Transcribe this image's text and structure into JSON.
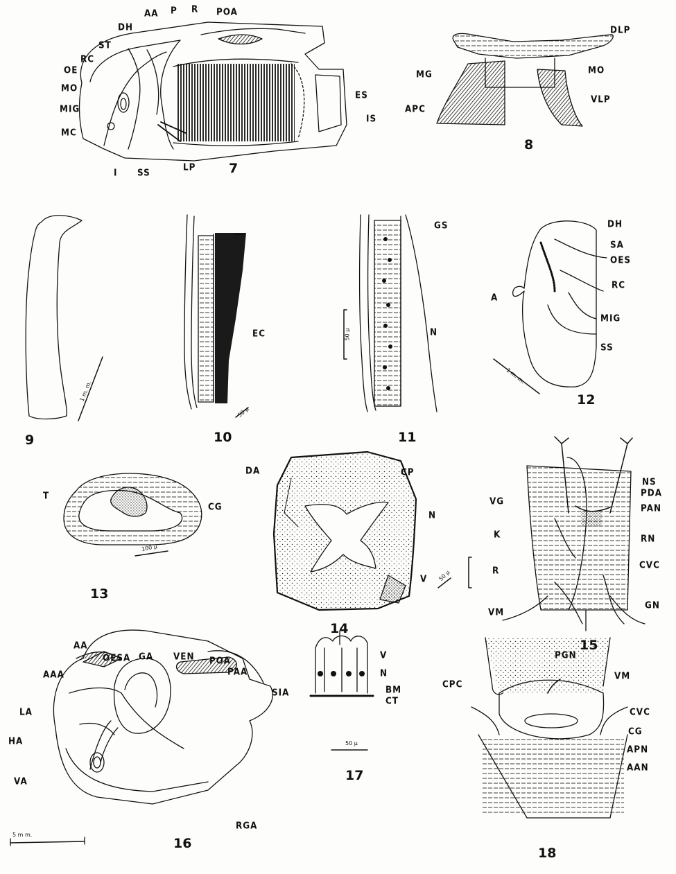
{
  "figures": {
    "f7": {
      "number": "7",
      "labels": [
        "AA",
        "P",
        "R",
        "POA",
        "DH",
        "ST",
        "RC",
        "OE",
        "MO",
        "MIG",
        "MC",
        "I",
        "SS",
        "LP",
        "ES",
        "IS"
      ]
    },
    "f8": {
      "number": "8",
      "labels": [
        "DLP",
        "MO",
        "MG",
        "VLP",
        "APC"
      ]
    },
    "f9": {
      "number": "9",
      "scale": "1 m. m."
    },
    "f10": {
      "number": "10",
      "labels": [
        "EC"
      ],
      "scale": "50 µ"
    },
    "f11": {
      "number": "11",
      "labels": [
        "GS",
        "N"
      ],
      "scale": "50 µ"
    },
    "f12": {
      "number": "12",
      "labels": [
        "DH",
        "SA",
        "OES",
        "RC",
        "A",
        "MIG",
        "SS"
      ],
      "scale": "1 m. m."
    },
    "f13": {
      "number": "13",
      "labels": [
        "T",
        "CG"
      ],
      "scale": "100 µ"
    },
    "f14": {
      "number": "14",
      "labels": [
        "DA",
        "CP",
        "N",
        "V"
      ],
      "scale": "50 µ"
    },
    "f15": {
      "number": "15",
      "labels": [
        "NS",
        "PDA",
        "VG",
        "PAN",
        "K",
        "RN",
        "CVC",
        "R",
        "VM",
        "GN"
      ]
    },
    "f16": {
      "number": "16",
      "labels": [
        "AA",
        "OESA",
        "GA",
        "VEN",
        "POA",
        "PAA",
        "AAA",
        "SIA",
        "LA",
        "HA",
        "VA",
        "RGA"
      ],
      "scale": "5 m m."
    },
    "f17": {
      "number": "17",
      "labels": [
        "V",
        "N",
        "BM",
        "CT"
      ],
      "scale": "50 µ"
    },
    "f18": {
      "number": "18",
      "labels": [
        "PGN",
        "VM",
        "CPC",
        "CVC",
        "CG",
        "APN",
        "AAN"
      ]
    }
  },
  "colors": {
    "ink": "#111111",
    "paper": "#fdfdfb"
  }
}
